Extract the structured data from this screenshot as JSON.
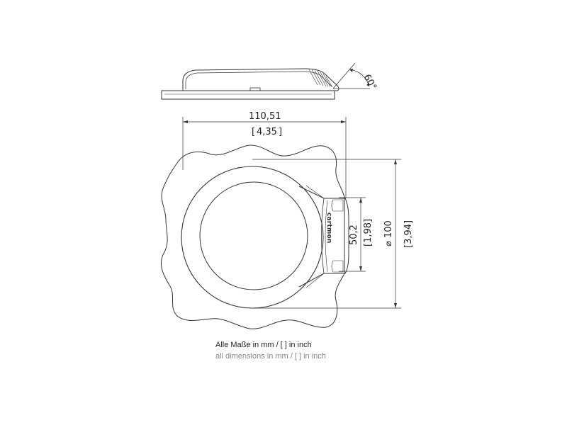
{
  "drawing": {
    "width_mm": "110,51",
    "width_in": "4,35",
    "outer_diameter_mm": "100",
    "outer_diameter_symbol": "⌀",
    "outer_diameter_in": "3,94",
    "inner_height_mm": "50,2",
    "inner_height_in": "1,98",
    "angle": "60°",
    "logo": "cartmon"
  },
  "captions": {
    "german": "Alle Maße in mm / [ ] in inch",
    "english": "all dimensions in mm / [ ] in inch"
  },
  "colors": {
    "line": "#333333",
    "caption_primary": "#222222",
    "caption_secondary": "#888888"
  }
}
